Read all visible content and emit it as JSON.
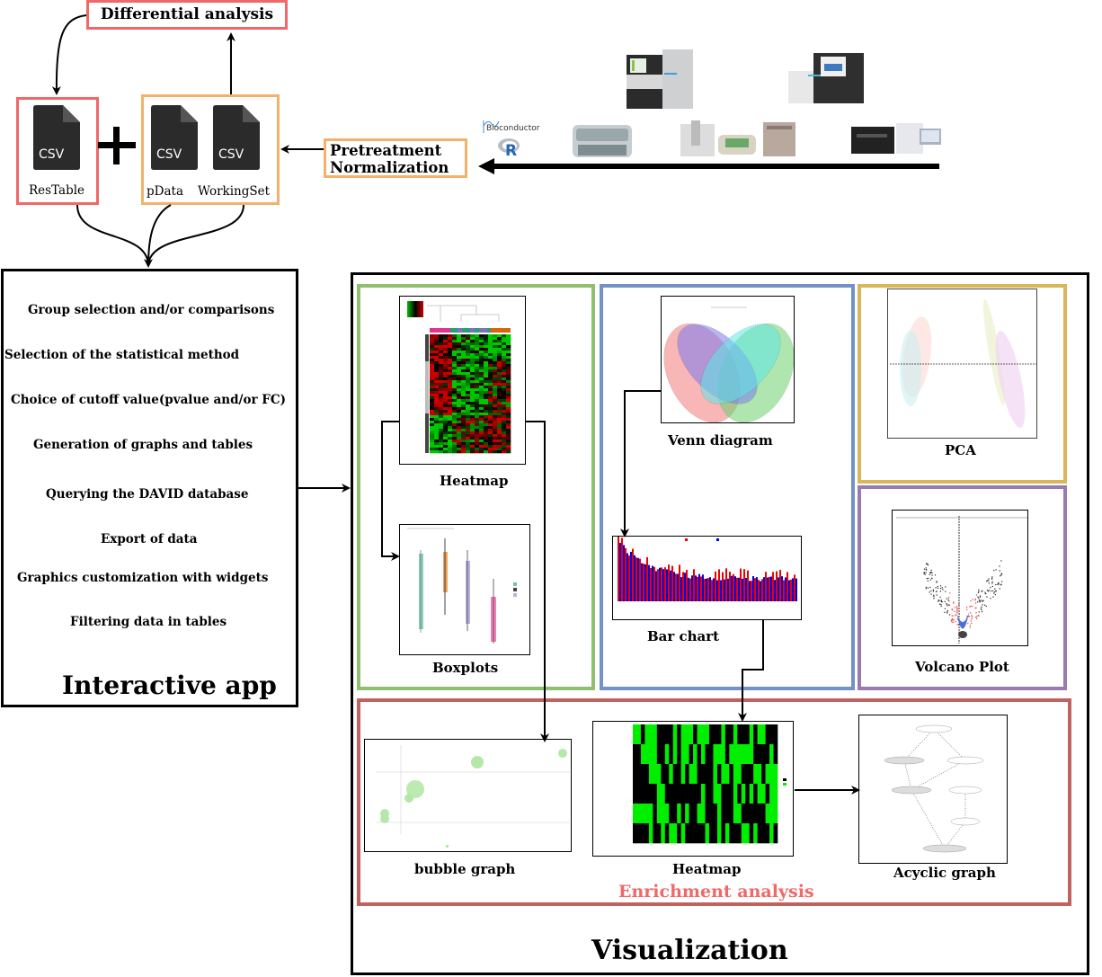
{
  "top": {
    "differential_analysis": "Differential analysis",
    "files": [
      {
        "icon_label": "CSV",
        "name": "ResTable"
      },
      {
        "icon_label": "CSV",
        "name": "pData"
      },
      {
        "icon_label": "CSV",
        "name": "WorkingSet"
      }
    ],
    "plus": "+",
    "pretreatment": [
      "Pretreatment",
      "Normalization"
    ],
    "tools": [
      "Bioconductor",
      "R"
    ],
    "instruments": [
      "sequencer",
      "benchtop-sequencer",
      "microarray-scanner",
      "lab-equipment",
      "thermocycler",
      "incubator",
      "array-scanner",
      "computer-workstation"
    ]
  },
  "interactive_app": {
    "title": "Interactive app",
    "items": [
      "Group selection and/or comparisons",
      "Selection of the statistical method",
      "Choice of cutoff value(pvalue and/or FC)",
      "Generation of graphs and tables",
      "Querying the DAVID database",
      "Export of data",
      "Graphics customization with widgets",
      "Filtering data in tables"
    ]
  },
  "visualization": {
    "title": "Visualization",
    "plots": {
      "heatmap": "Heatmap",
      "boxplots": "Boxplots",
      "venn": "Venn diagram",
      "bar_chart": "Bar chart",
      "pca": "PCA",
      "volcano": "Volcano Plot",
      "bubble": "bubble graph",
      "enrich_heatmap": "Heatmap",
      "acyclic": "Acyclic graph"
    },
    "enrichment_label": "Enrichment analysis",
    "colors": {
      "differential_border": "#f06868",
      "data_border": "#f5b06a",
      "group1": "#8fbf6f",
      "group2": "#7392c6",
      "pca_border": "#d9b65a",
      "volcano_border": "#9b7ab0",
      "enrichment_border": "#c0625f",
      "enrichment_text": "#f06868"
    }
  }
}
